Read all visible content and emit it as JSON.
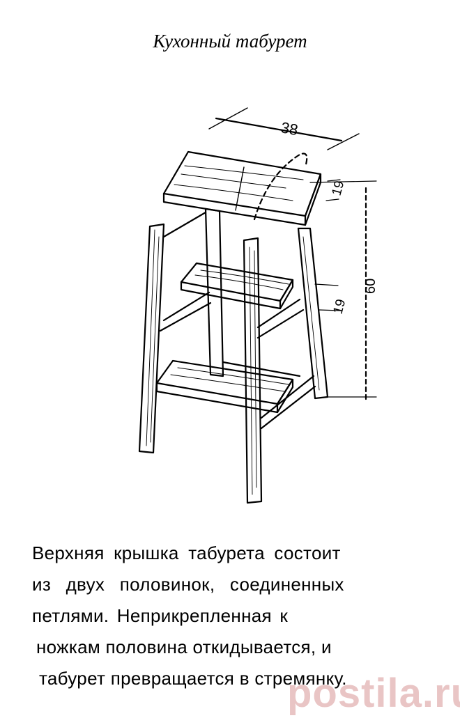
{
  "title": "Кухонный табурет",
  "dimensions": {
    "width": "38",
    "seat_thickness": "19",
    "step_thickness": "19",
    "height": "60"
  },
  "caption": {
    "lines": [
      "Верхняя крышка табурета состоит",
      "из двух половинок, соединенных",
      "петлями. Неприкрепленная к",
      "ножкам половина откидывается, и",
      "табурет превращается в стремянку."
    ]
  },
  "watermark": "postila.ru",
  "colors": {
    "ink": "#000000",
    "watermark": "#d79696"
  }
}
